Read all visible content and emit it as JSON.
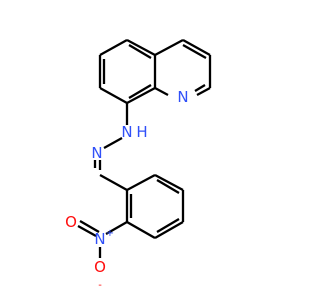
{
  "molecule": {
    "atoms": {
      "n_quinoline": "N",
      "h_amine": "H",
      "n_amine": "N",
      "n_imine": "N",
      "n_nitro": "N",
      "n_nitro_charge": "+",
      "o_nitro_top": "O",
      "o_nitro_bottom": "O",
      "o_nitro_charge": "-"
    },
    "colors": {
      "nitrogen": "#3050F8",
      "oxygen": "#FF0D0D",
      "bond": "#000000"
    }
  }
}
